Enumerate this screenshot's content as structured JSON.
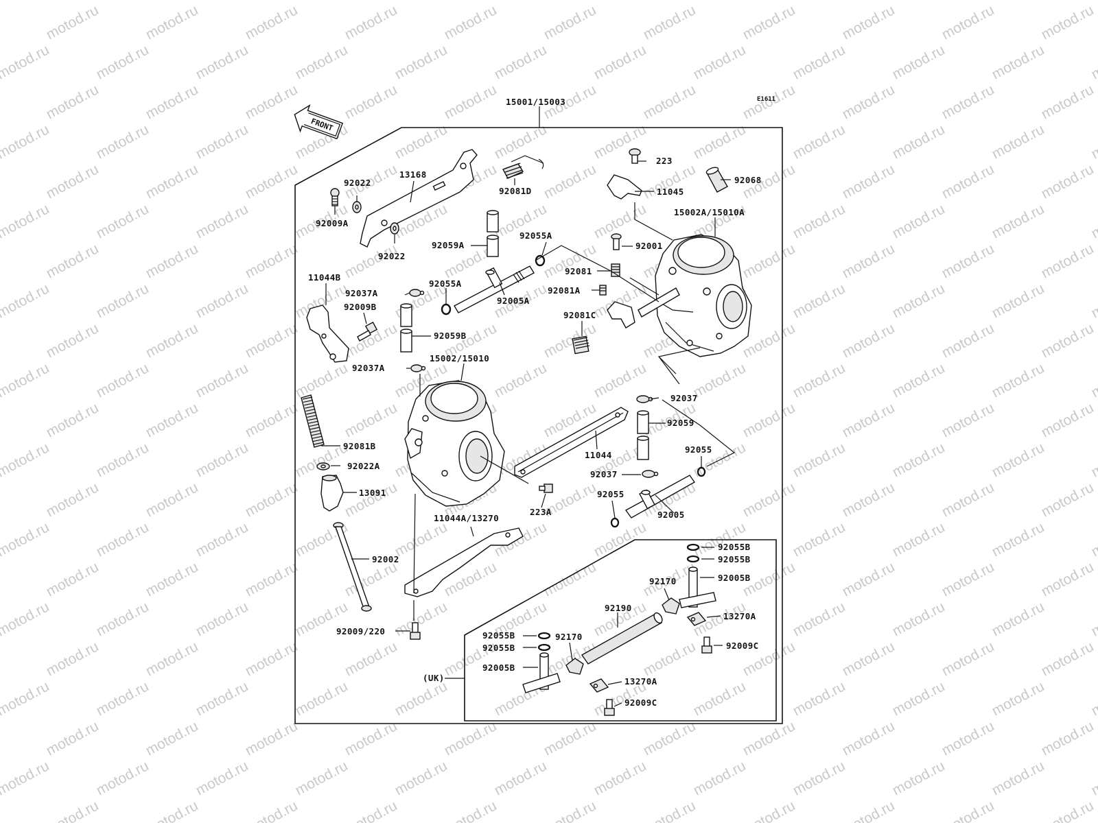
{
  "diagram": {
    "code": "E1611",
    "front_label": "FRONT",
    "assembly_label": "15001/15003",
    "uk_label": "(UK)",
    "watermark": "motod.ru",
    "parts": [
      {
        "id": "223",
        "label": "223"
      },
      {
        "id": "11045",
        "label": "11045"
      },
      {
        "id": "92068",
        "label": "92068"
      },
      {
        "id": "15002A",
        "label": "15002A/15010A"
      },
      {
        "id": "92001",
        "label": "92001"
      },
      {
        "id": "92081",
        "label": "92081"
      },
      {
        "id": "92081A",
        "label": "92081A"
      },
      {
        "id": "92081C",
        "label": "92081C"
      },
      {
        "id": "13168",
        "label": "13168"
      },
      {
        "id": "92022-top",
        "label": "92022"
      },
      {
        "id": "92009A",
        "label": "92009A"
      },
      {
        "id": "92022-bot",
        "label": "92022"
      },
      {
        "id": "92081D",
        "label": "92081D"
      },
      {
        "id": "92055A-top",
        "label": "92055A"
      },
      {
        "id": "92059A",
        "label": "92059A"
      },
      {
        "id": "92055A",
        "label": "92055A"
      },
      {
        "id": "92005A",
        "label": "92005A"
      },
      {
        "id": "11044B",
        "label": "11044B"
      },
      {
        "id": "92037A-top",
        "label": "92037A"
      },
      {
        "id": "92009B",
        "label": "92009B"
      },
      {
        "id": "92059B",
        "label": "92059B"
      },
      {
        "id": "92037A",
        "label": "92037A"
      },
      {
        "id": "15002",
        "label": "15002/15010"
      },
      {
        "id": "92037",
        "label": "92037"
      },
      {
        "id": "92059",
        "label": "92059"
      },
      {
        "id": "92055",
        "label": "92055"
      },
      {
        "id": "11044",
        "label": "11044"
      },
      {
        "id": "92037-b",
        "label": "92037"
      },
      {
        "id": "92055-b",
        "label": "92055"
      },
      {
        "id": "92005",
        "label": "92005"
      },
      {
        "id": "92081B",
        "label": "92081B"
      },
      {
        "id": "92022A",
        "label": "92022A"
      },
      {
        "id": "13091",
        "label": "13091"
      },
      {
        "id": "223A",
        "label": "223A"
      },
      {
        "id": "11044A",
        "label": "11044A/13270"
      },
      {
        "id": "92002",
        "label": "92002"
      },
      {
        "id": "92009-220",
        "label": "92009/220"
      },
      {
        "id": "92055B-1",
        "label": "92055B"
      },
      {
        "id": "92055B-2",
        "label": "92055B"
      },
      {
        "id": "92005B",
        "label": "92005B"
      },
      {
        "id": "92170",
        "label": "92170"
      },
      {
        "id": "13270A",
        "label": "13270A"
      },
      {
        "id": "92190",
        "label": "92190"
      },
      {
        "id": "92009C",
        "label": "92009C"
      },
      {
        "id": "92055B-3",
        "label": "92055B"
      },
      {
        "id": "92055B-4",
        "label": "92055B"
      },
      {
        "id": "92170-b",
        "label": "92170"
      },
      {
        "id": "92005B-b",
        "label": "92005B"
      },
      {
        "id": "13270A-b",
        "label": "13270A"
      },
      {
        "id": "92009C-b",
        "label": "92009C"
      }
    ]
  }
}
